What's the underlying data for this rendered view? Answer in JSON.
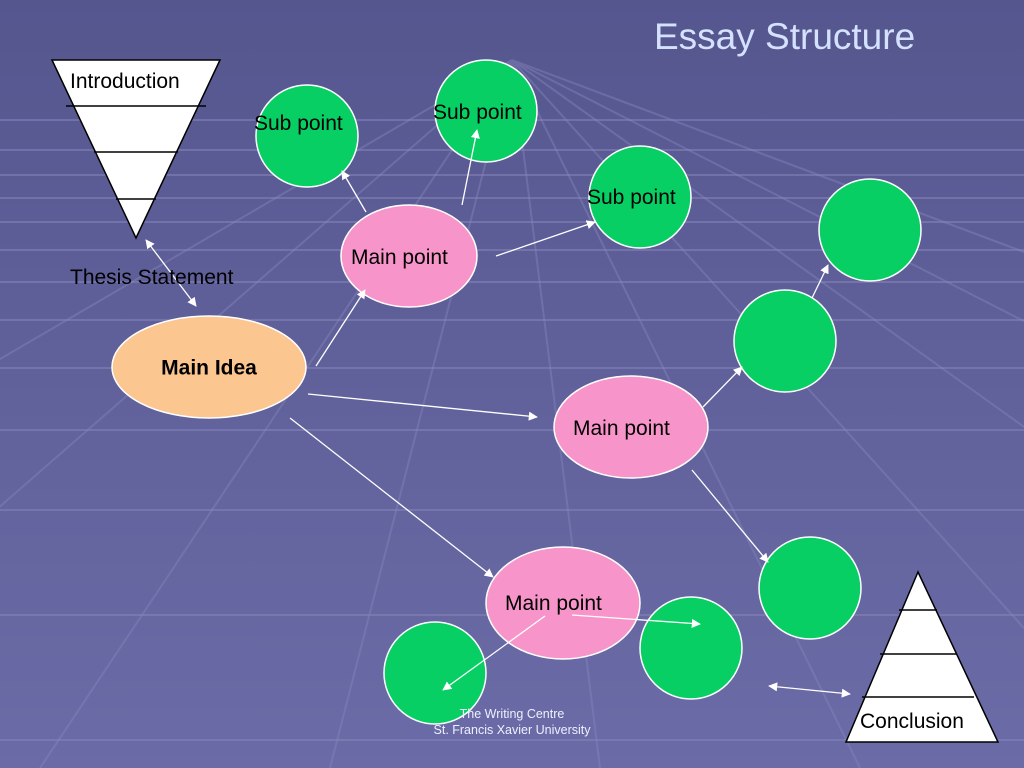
{
  "slide": {
    "title": "Essay Structure",
    "footer": {
      "line1": "The Writing Centre",
      "line2": "St. Francis Xavier University"
    }
  },
  "diagram": {
    "introduction": "Introduction",
    "thesis": "Thesis Statement",
    "main_idea": "Main Idea",
    "main_points": [
      "Main point",
      "Main point",
      "Main point"
    ],
    "sub_points": [
      "Sub point",
      "Sub point",
      "Sub point"
    ],
    "conclusion": "Conclusion"
  },
  "colors": {
    "background": "#5f5f9b",
    "grid_line": "#8b8bbf",
    "main_idea_fill": "#fbc690",
    "main_point_fill": "#f794c9",
    "sub_point_fill": "#08cf63",
    "arrow": "#ffffff",
    "title_text": "#d4e2ff"
  }
}
